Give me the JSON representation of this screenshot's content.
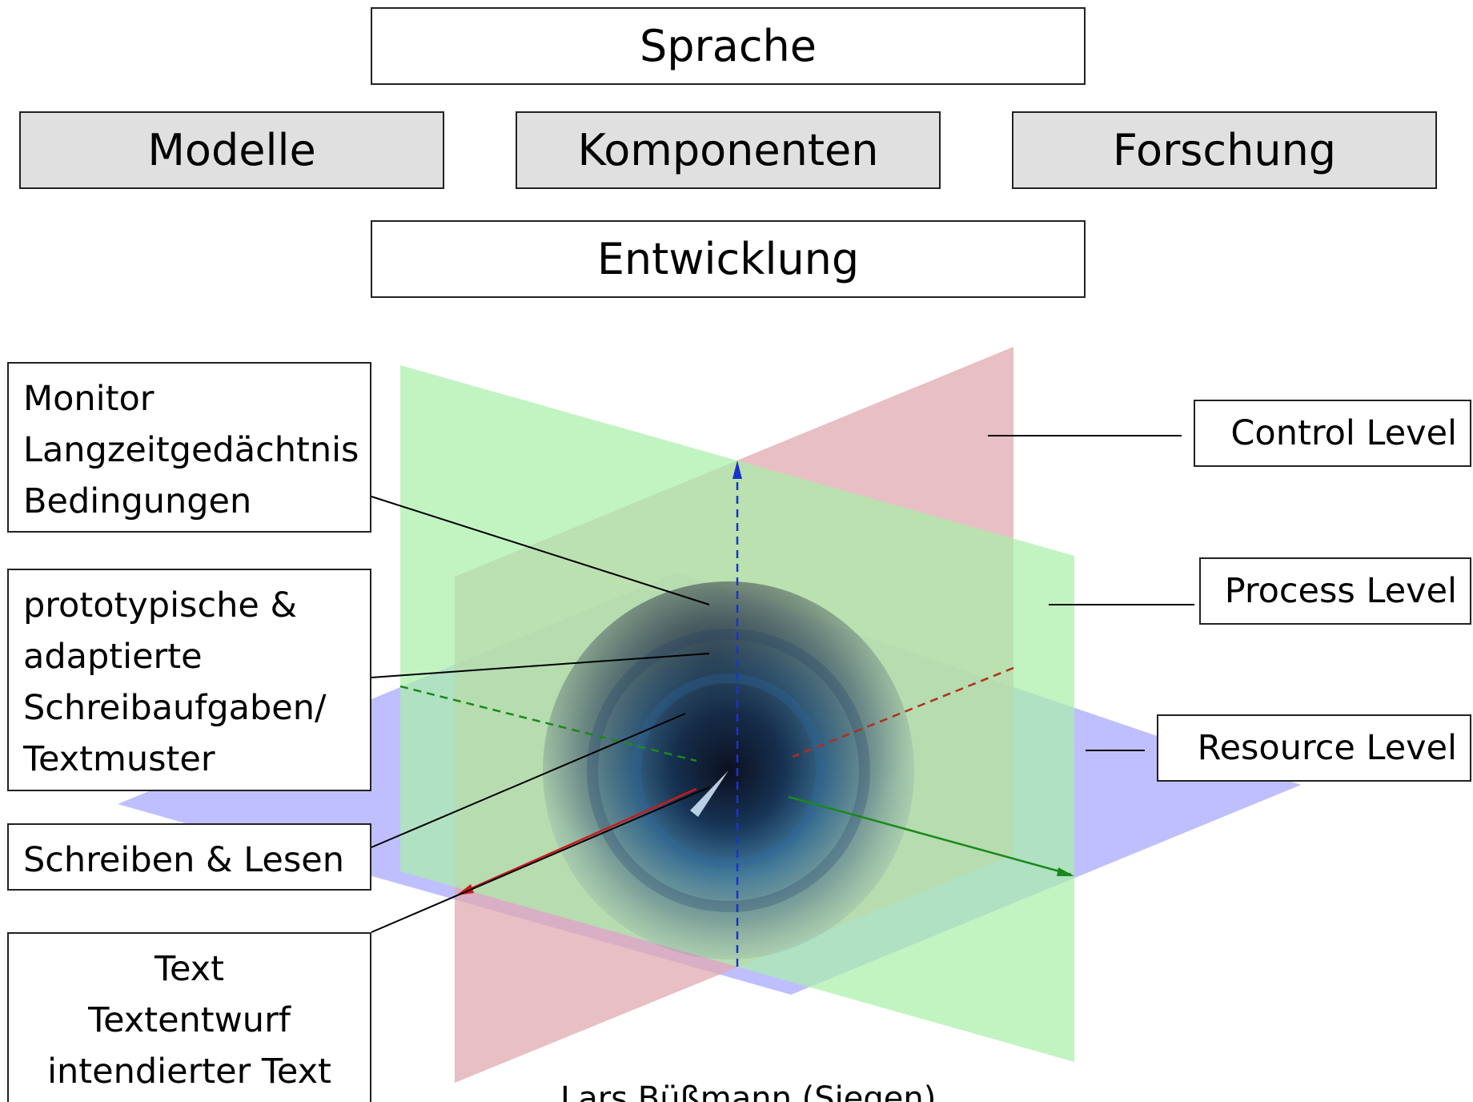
{
  "header": {
    "top": "Sprache",
    "middle": [
      "Modelle",
      "Komponenten",
      "Forschung"
    ],
    "bottom": "Entwicklung"
  },
  "left_labels": {
    "monitor": [
      "Monitor",
      "Langzeitgedächtnis",
      "Bedingungen"
    ],
    "tasks": [
      "prototypische &",
      "adaptierte",
      "Schreibaufgaben/",
      "Textmuster"
    ],
    "reading": [
      "Schreiben & Lesen"
    ],
    "text": [
      "Text",
      "Textentwurf",
      "intendierter Text"
    ]
  },
  "right_labels": {
    "control": "Control Level",
    "process": "Process Level",
    "resource": "Resource Level"
  },
  "credit": "Lars Büßmann (Siegen)",
  "colors": {
    "plane_green": "#b4f0b4",
    "plane_red": "#e3b5b8",
    "plane_blue": "#b4b4ff",
    "axis_z": "#1a33cc",
    "axis_y": "#1a8a1a",
    "axis_x": "#cc1a1a",
    "sphere_core": "#0a1a33",
    "sphere_mid": "#1f5f9f"
  }
}
